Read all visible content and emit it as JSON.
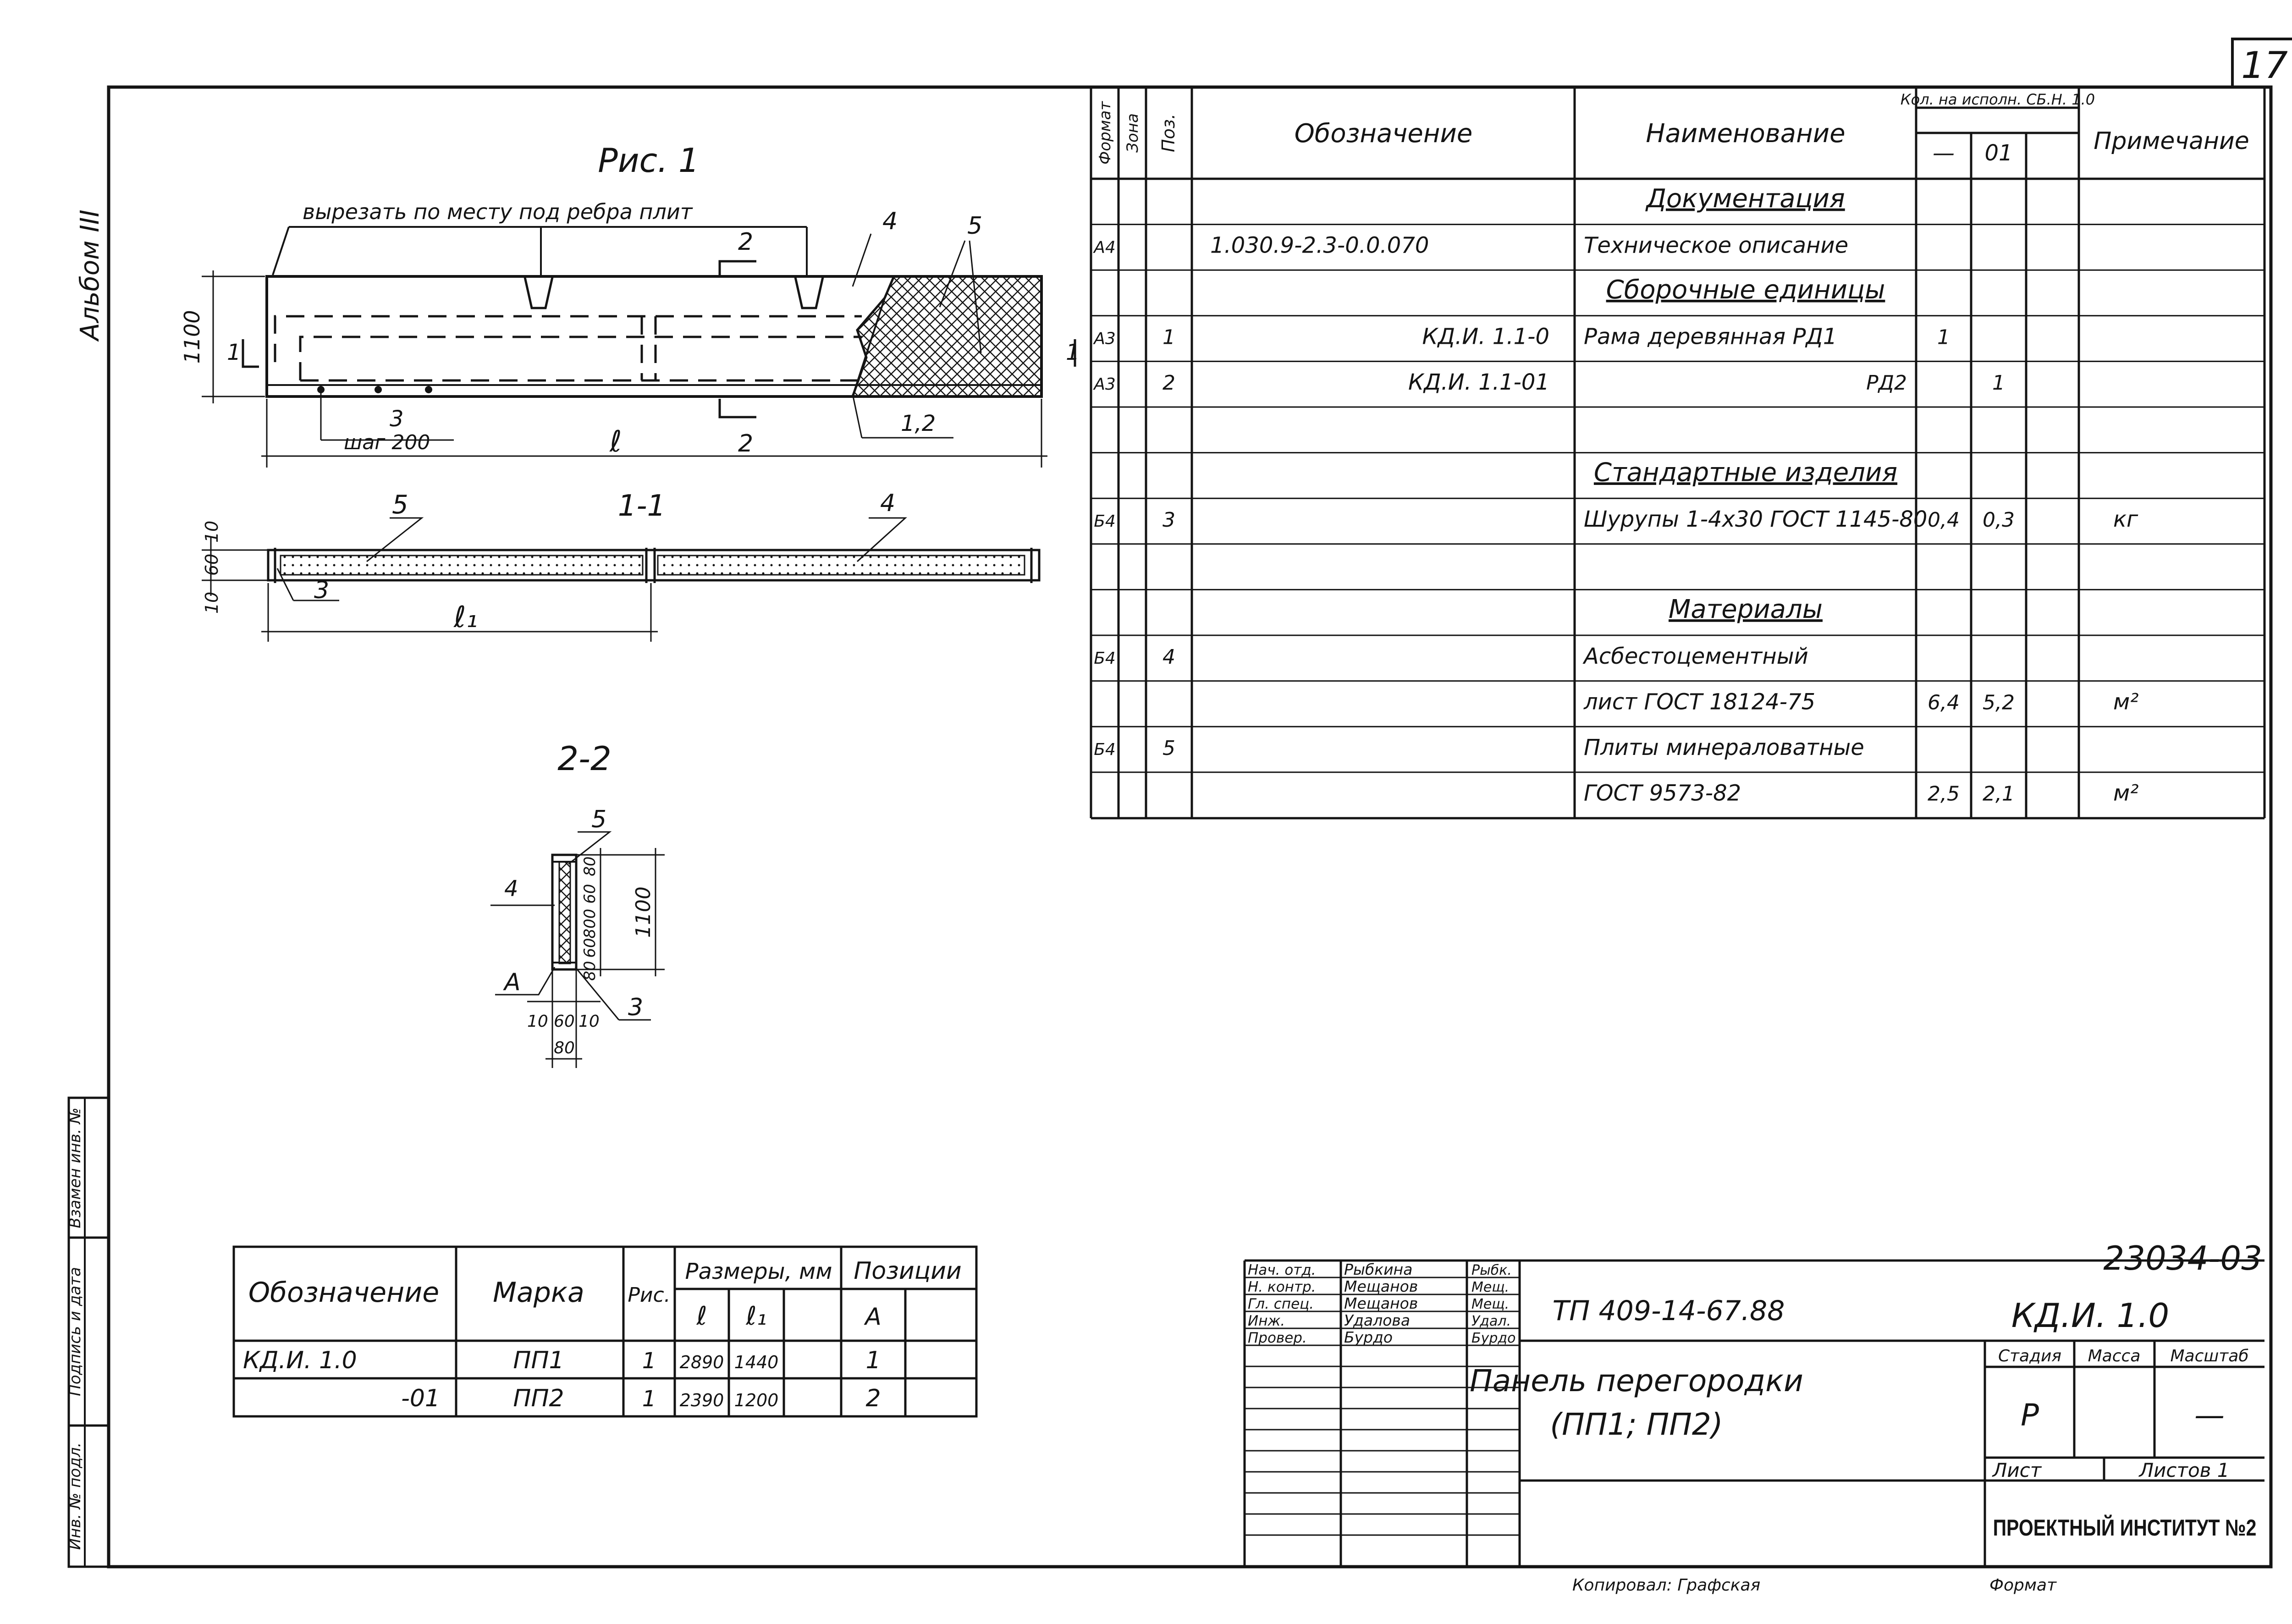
{
  "sheet_number": "17",
  "album_label": "Альбом III",
  "drawing_number": "23034-03",
  "copied_by": "Копировал: Графская",
  "format_label": "Формат",
  "figure": {
    "title": "Рис. 1",
    "cut_note": "вырезать по месту под ребра плит",
    "dim_height": "1100",
    "dim_length": "ℓ",
    "dim_length1": "ℓ₁",
    "dim_step": "шаг 200",
    "section_1": "1",
    "section_2": "2",
    "callout_3": "3",
    "callout_4": "4",
    "callout_5": "5",
    "callout_12": "1,2",
    "section_11_title": "1-1",
    "dims_11_left": [
      "10",
      "60",
      "10"
    ],
    "section_22_title": "2-2",
    "dims_22_right": [
      "80",
      "60",
      "800",
      "60",
      "80"
    ],
    "dims_22_overall": "1100",
    "dims_22_bottom": [
      "10",
      "60",
      "10"
    ],
    "dims_22_total": "80",
    "callout_A": "А"
  },
  "spec_table": {
    "headers": {
      "format": "Формат",
      "zone": "Зона",
      "pos": "Поз.",
      "designation": "Обозначение",
      "name": "Наименование",
      "qty_group": "Кол. на исполн. СБ.Н. 1.0",
      "qty_a": "—",
      "qty_b": "01",
      "note": "Примечание"
    },
    "rows": [
      {
        "format": "",
        "pos": "",
        "designation": "",
        "name": "Документация",
        "qty_a": "",
        "qty_b": "",
        "note": "",
        "section": true
      },
      {
        "format": "А4",
        "pos": "",
        "designation": "1.030.9-2.3-0.0.070",
        "name": "Техническое описание",
        "qty_a": "",
        "qty_b": "",
        "note": ""
      },
      {
        "format": "",
        "pos": "",
        "designation": "",
        "name": "Сборочные единицы",
        "qty_a": "",
        "qty_b": "",
        "note": "",
        "section": true
      },
      {
        "format": "А3",
        "pos": "1",
        "designation": "КД.И. 1.1-0",
        "name": "Рама деревянная РД1",
        "qty_a": "1",
        "qty_b": "",
        "note": ""
      },
      {
        "format": "А3",
        "pos": "2",
        "designation": "КД.И. 1.1-01",
        "name": "РД2",
        "qty_a": "",
        "qty_b": "1",
        "note": ""
      },
      {
        "format": "",
        "pos": "",
        "designation": "",
        "name": "",
        "qty_a": "",
        "qty_b": "",
        "note": ""
      },
      {
        "format": "",
        "pos": "",
        "designation": "",
        "name": "Стандартные изделия",
        "qty_a": "",
        "qty_b": "",
        "note": "",
        "section": true
      },
      {
        "format": "Б4",
        "pos": "3",
        "designation": "",
        "name": "Шурупы 1-4х30 ГОСТ 1145-80",
        "qty_a": "0,4",
        "qty_b": "0,3",
        "note": "кг"
      },
      {
        "format": "",
        "pos": "",
        "designation": "",
        "name": "",
        "qty_a": "",
        "qty_b": "",
        "note": ""
      },
      {
        "format": "",
        "pos": "",
        "designation": "",
        "name": "Материалы",
        "qty_a": "",
        "qty_b": "",
        "note": "",
        "section": true
      },
      {
        "format": "Б4",
        "pos": "4",
        "designation": "",
        "name": "Асбестоцементный",
        "qty_a": "",
        "qty_b": "",
        "note": ""
      },
      {
        "format": "",
        "pos": "",
        "designation": "",
        "name": "лист ГОСТ 18124-75",
        "qty_a": "6,4",
        "qty_b": "5,2",
        "note": "м²"
      },
      {
        "format": "Б4",
        "pos": "5",
        "designation": "",
        "name": "Плиты минераловатные",
        "qty_a": "",
        "qty_b": "",
        "note": ""
      },
      {
        "format": "",
        "pos": "",
        "designation": "",
        "name": "ГОСТ 9573-82",
        "qty_a": "2,5",
        "qty_b": "2,1",
        "note": "м²"
      }
    ]
  },
  "marks_table": {
    "headers": {
      "designation": "Обозначение",
      "mark": "Марка",
      "fig": "Рис.",
      "sizes": "Размеры, мм",
      "size_l": "ℓ",
      "size_l1": "ℓ₁",
      "positions": "Позиции",
      "pos_a": "А"
    },
    "rows": [
      {
        "designation": "КД.И. 1.0",
        "mark": "ПП1",
        "fig": "1",
        "l": "2890",
        "l1": "1440",
        "pos": "1"
      },
      {
        "designation": "-01",
        "mark": "ПП2",
        "fig": "1",
        "l": "2390",
        "l1": "1200",
        "pos": "2"
      }
    ]
  },
  "left_stamp": [
    "Инв. № подл.",
    "Подпись и дата",
    "Взамен инв. №"
  ],
  "title_block": {
    "project_code": "ТП 409-14-67.88",
    "doc_code": "КД.И. 1.0",
    "title_line1": "Панель перегородки",
    "title_line2": "(ПП1; ПП2)",
    "stage_label": "Стадия",
    "mass_label": "Масса",
    "scale_label": "Масштаб",
    "stage_value": "Р",
    "scale_value": "—",
    "sheet_label": "Лист",
    "sheets_label": "Листов 1",
    "organization": "ПРОЕКТНЫЙ ИНСТИТУТ №2",
    "people": [
      {
        "role": "Нач. отд.",
        "name": "Рыбкина",
        "sign": "Рыбк."
      },
      {
        "role": "Н. контр.",
        "name": "Мещанов",
        "sign": "Мещ."
      },
      {
        "role": "Гл. спец.",
        "name": "Мещанов",
        "sign": "Мещ."
      },
      {
        "role": "Инж.",
        "name": "Удалова",
        "sign": "Удал."
      },
      {
        "role": "Провер.",
        "name": "Бурдо",
        "sign": "Бурдо"
      }
    ]
  }
}
